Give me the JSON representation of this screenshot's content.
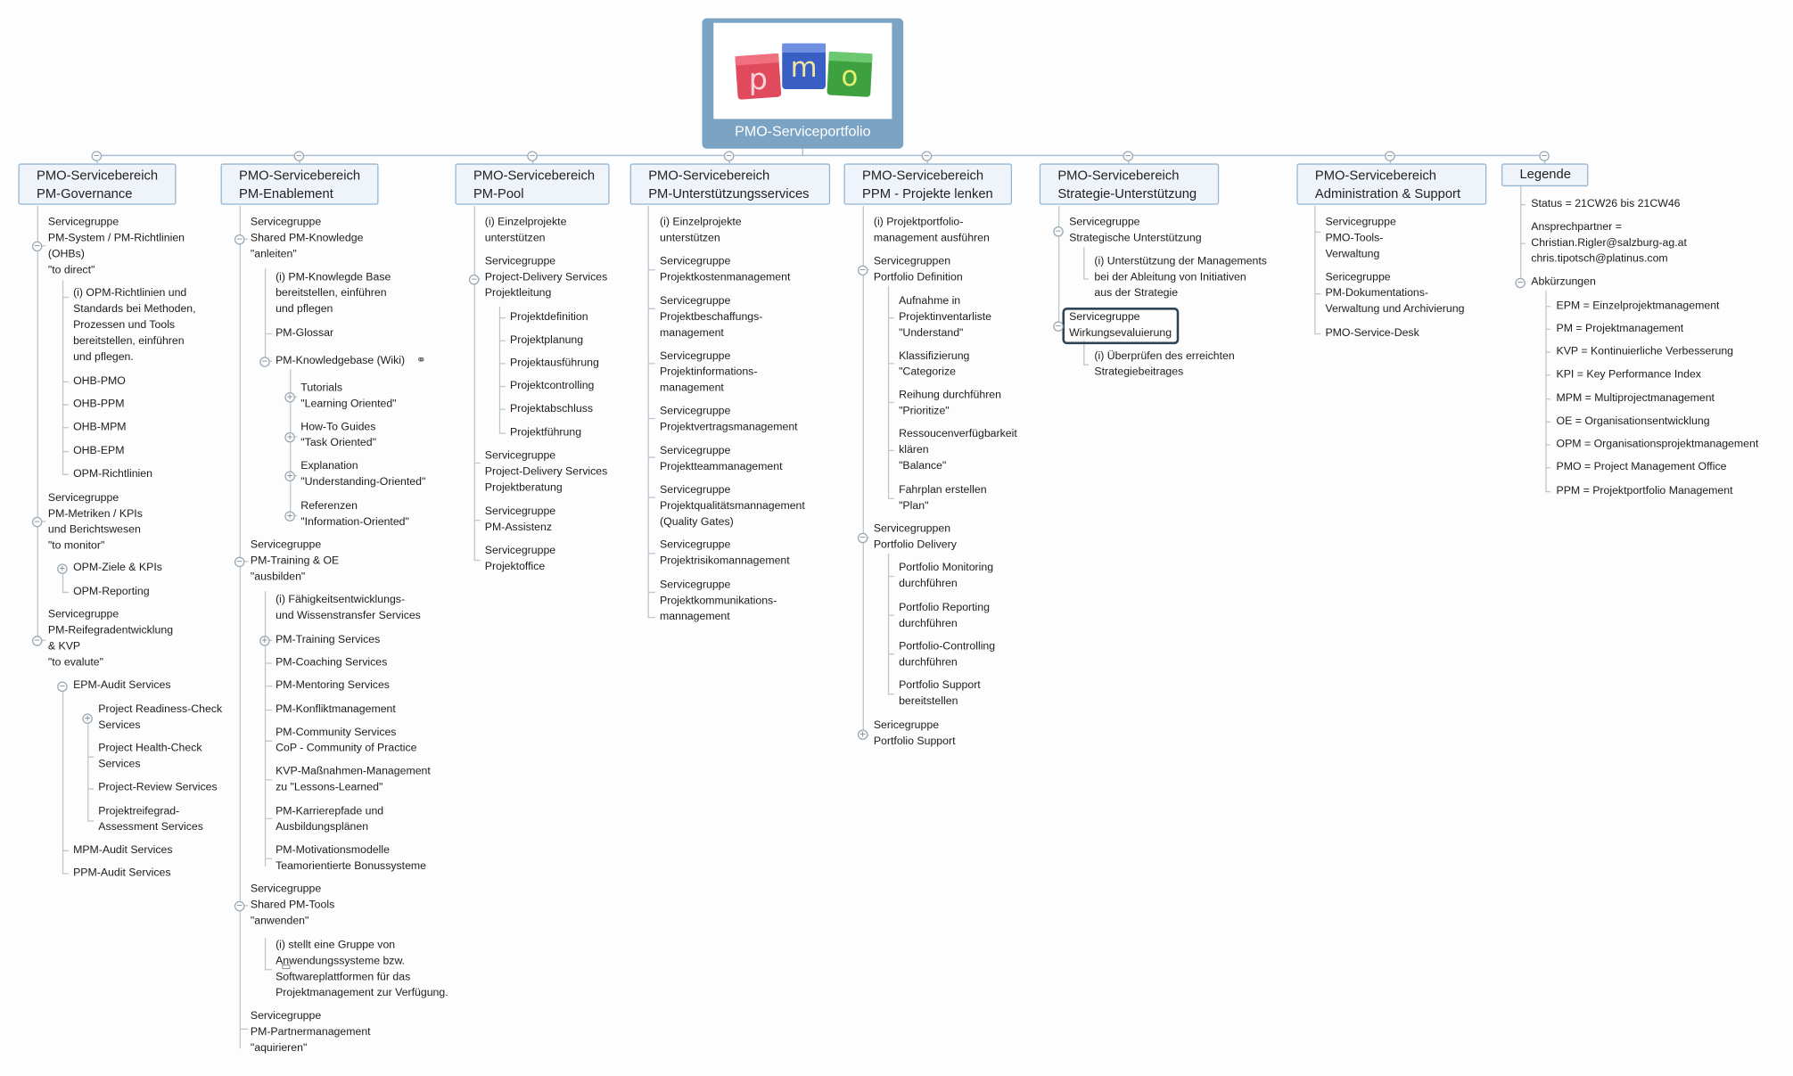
{
  "root": {
    "label": "PMO-Serviceportfolio",
    "logo_letters": [
      "p",
      "m",
      "o"
    ]
  },
  "branches": [
    {
      "id": "gov",
      "header": [
        "PMO-Servicebereich",
        "PM-Governance"
      ]
    },
    {
      "id": "ena",
      "header": [
        "PMO-Servicebereich",
        "PM-Enablement"
      ]
    },
    {
      "id": "pool",
      "header": [
        "PMO-Servicebereich",
        "PM-Pool"
      ]
    },
    {
      "id": "unt",
      "header": [
        "PMO-Servicebereich",
        "PM-Unterstützungsservices"
      ]
    },
    {
      "id": "ppm",
      "header": [
        "PMO-Servicebereich",
        "PPM - Projekte lenken"
      ]
    },
    {
      "id": "str",
      "header": [
        "PMO-Servicebereich",
        "Strategie-Unterstützung"
      ]
    },
    {
      "id": "adm",
      "header": [
        "PMO-Servicebereich",
        "Administration & Support"
      ]
    },
    {
      "id": "leg",
      "header": [
        "Legende"
      ]
    }
  ],
  "nodes": {
    "gov1": "Servicegruppe\nPM-System / PM-Richtlinien\n(OHBs)\n\"to direct\"",
    "gov1a": "(i) OPM-Richtlinien und\nStandards bei Methoden,\nProzessen und Tools\nbereitstellen, einführen\nund pflegen.",
    "gov1b": "OHB-PMO",
    "gov1c": "OHB-PPM",
    "gov1d": "OHB-MPM",
    "gov1e": "OHB-EPM",
    "gov1f": "OPM-Richtlinien",
    "gov2": "Servicegruppe\nPM-Metriken / KPIs\nund Berichtswesen\n\"to monitor\"",
    "gov2a": "OPM-Ziele & KPIs",
    "gov2b": "OPM-Reporting",
    "gov3": "Servicegruppe\nPM-Reifegradentwicklung\n& KVP\n\"to evalute\"",
    "gov3a": "EPM-Audit Services",
    "gov3a1": "Project Readiness-Check\nServices",
    "gov3a2": "Project Health-Check\nServices",
    "gov3a3": "Project-Review Services",
    "gov3a4": "Projektreifegrad-\nAssessment Services",
    "gov3b": "MPM-Audit Services",
    "gov3c": "PPM-Audit Services",
    "ena1": "Servicegruppe\nShared PM-Knowledge\n\"anleiten\"",
    "ena1a": "(i) PM-Knowlegde Base\nbereitstellen, einführen\nund pflegen",
    "ena1b": "PM-Glossar",
    "ena1c": "PM-Knowledgebase (Wiki)",
    "ena1c1": "Tutorials\n\"Learning Oriented\"",
    "ena1c2": "How-To Guides\n\"Task Oriented\"",
    "ena1c3": "Explanation\n\"Understanding-Oriented\"",
    "ena1c4": "Referenzen\n\"Information-Oriented\"",
    "ena2": "Servicegruppe\nPM-Training & OE\n\"ausbilden\"",
    "ena2a": "(i) Fähigkeitsentwicklungs-\nund Wissenstransfer Services",
    "ena2b": "PM-Training Services",
    "ena2c": "PM-Coaching Services",
    "ena2d": "PM-Mentoring Services",
    "ena2e": "PM-Konfliktmanagement",
    "ena2f": "PM-Community Services\nCoP - Community of Practice",
    "ena2g": "KVP-Maßnahmen-Management\nzu \"Lessons-Learned\"",
    "ena2h": "PM-Karrierepfade und\nAusbildungsplänen",
    "ena2i": "PM-Motivationsmodelle\nTeamorientierte Bonussysteme",
    "ena3": "Servicegruppe\nShared PM-Tools\n\"anwenden\"",
    "ena3a": "(i) stellt eine Gruppe von\nAnwendungssysteme bzw.\nSoftwareplattformen für das\nProjektmanagement zur Verfügung.",
    "ena4": "Servicegruppe\nPM-Partnermanagement\n\"aquirieren\"",
    "pool1": "(i) Einzelprojekte\nunterstützen",
    "pool2": "Servicegruppe\nProject-Delivery Services\nProjektleitung",
    "pool2a": "Projektdefinition",
    "pool2b": "Projektplanung",
    "pool2c": "Projektausführung",
    "pool2d": "Projektcontrolling",
    "pool2e": "Projektabschluss",
    "pool2f": "Projektführung",
    "pool3": "Servicegruppe\nProject-Delivery Services\nProjektberatung",
    "pool4": "Servicegruppe\nPM-Assistenz",
    "pool5": "Servicegruppe\nProjektoffice",
    "unt1": "(i) Einzelprojekte\nunterstützen",
    "unt2": "Servicegruppe\nProjektkostenmanagement",
    "unt3": "Servicegruppe\nProjektbeschaffungs-\nmanagement",
    "unt4": "Servicegruppe\nProjektinformations-\nmanagement",
    "unt5": "Servicegruppe\nProjektvertragsmanagement",
    "unt6": "Servicegruppe\nProjektteammanagement",
    "unt7": "Servicegruppe\nProjektqualitätsmannagement\n(Quality Gates)",
    "unt8": "Servicegruppe\nProjektrisikomannagement",
    "unt9": "Servicegruppe\nProjektkommunikations-\nmannagement",
    "ppm1": "(i) Projektportfolio-\nmanagement ausführen",
    "ppm2": "Servicegruppen\nPortfolio Definition",
    "ppm2a": "Aufnahme in\nProjektinventarliste\n\"Understand\"",
    "ppm2b": "Klassifizierung\n\"Categorize",
    "ppm2c": "Reihung durchführen\n\"Prioritize\"",
    "ppm2d": "Ressoucenverfügbarkeit\nklären\n\"Balance\"",
    "ppm2e": "Fahrplan erstellen\n\"Plan\"",
    "ppm3": "Servicegruppen\nPortfolio Delivery",
    "ppm3a": "Portfolio Monitoring\ndurchführen",
    "ppm3b": "Portfolio Reporting\ndurchführen",
    "ppm3c": "Portfolio-Controlling\ndurchführen",
    "ppm3d": "Portfolio Support\nbereitstellen",
    "ppm4": "Sericegruppe\nPortfolio Support",
    "str1": "Servicegruppe\nStrategische Unterstützung",
    "str1a": "(i) Unterstützung der Managements\nbei der Ableitung von Initiativen\naus der Strategie",
    "str2": "Servicegruppe\nWirkungsevaluierung",
    "str2a": "(i) Überprüfen des erreichten\nStrategiebeitrages",
    "adm1": "Servicegruppe\nPMO-Tools-\nVerwaltung",
    "adm2": "Sericegruppe\nPM-Dokumentations-\nVerwaltung und Archivierung",
    "adm3": "PMO-Service-Desk",
    "leg1": "Status = 21CW26 bis 21CW46",
    "leg2": "Ansprechpartner =\nChristian.Rigler@salzburg-ag.at\nchris.tipotsch@platinus.com",
    "leg3": "Abkürzungen",
    "leg3a": "EPM = Einzelprojektmanagement",
    "leg3b": "PM = Projektmanagement",
    "leg3c": "KVP = Kontinuierliche Verbesserung",
    "leg3d": "KPI = Key Performance Index",
    "leg3e": "MPM = Multiprojectmanagement",
    "leg3f": "OE = Organisationsentwicklung",
    "leg3g": "OPM = Organisationsprojektmanagement",
    "leg3h": "PMO = Project Management Office",
    "leg3i": "PPM = Projektportfolio Management"
  },
  "colors": {
    "root": "#7ba3c4",
    "header_bg": "#eef4f9",
    "header_border": "#93b6d3",
    "connector": "#9fbcd4",
    "selected": "#2f4356"
  }
}
